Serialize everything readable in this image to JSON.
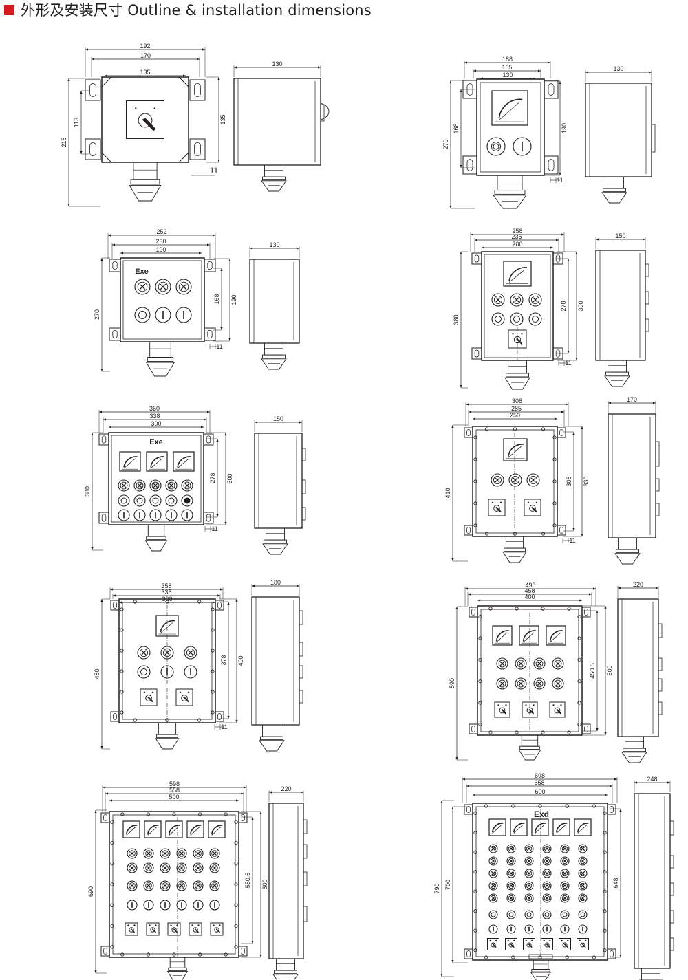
{
  "header": {
    "title": "外形及安装尺寸 Outline & installation dimensions",
    "marker_color": "#d71920"
  },
  "line_color": "#231f20",
  "drawings": [
    {
      "id": "d1",
      "labels": {
        "front_widths": [
          "192",
          "170",
          "135"
        ],
        "front_heights_left": [
          "215",
          "113"
        ],
        "front_heights_right": [
          "135"
        ],
        "side_depth": "130",
        "lug": "11"
      }
    },
    {
      "id": "d2",
      "labels": {
        "front_widths": [
          "188",
          "165",
          "130"
        ],
        "front_heights_left": [
          "270",
          "168"
        ],
        "front_heights_right": [
          "190"
        ],
        "side_depth": "130",
        "lug": "11"
      }
    },
    {
      "id": "d3",
      "labels": {
        "front_widths": [
          "252",
          "230",
          "190"
        ],
        "front_heights_left": [
          "270"
        ],
        "front_heights_right": [
          "168",
          "190"
        ],
        "side_depth": "130",
        "lug": "11",
        "marking": "Exe"
      }
    },
    {
      "id": "d4",
      "labels": {
        "front_widths": [
          "258",
          "235",
          "200"
        ],
        "front_heights_left": [
          "380"
        ],
        "front_heights_right": [
          "278",
          "300"
        ],
        "side_depth": "150",
        "lug": "11"
      }
    },
    {
      "id": "d5",
      "labels": {
        "front_widths": [
          "360",
          "338",
          "300"
        ],
        "front_heights_left": [
          "380"
        ],
        "front_heights_right": [
          "278",
          "300"
        ],
        "side_depth": "150",
        "lug": "11",
        "marking": "Exe"
      }
    },
    {
      "id": "d6",
      "labels": {
        "front_widths": [
          "308",
          "285",
          "250"
        ],
        "front_heights_left": [
          "410"
        ],
        "front_heights_right": [
          "308",
          "330"
        ],
        "side_depth": "170",
        "lug": "11"
      }
    },
    {
      "id": "d7",
      "labels": {
        "front_widths": [
          "358",
          "335",
          "300"
        ],
        "front_heights_left": [
          "480"
        ],
        "front_heights_right": [
          "378",
          "400"
        ],
        "side_depth": "180",
        "lug": "11"
      }
    },
    {
      "id": "d8",
      "labels": {
        "front_widths": [
          "498",
          "458",
          "400"
        ],
        "front_heights_left": [
          "590"
        ],
        "front_heights_right": [
          "450.5",
          "500"
        ],
        "side_depth": "220"
      }
    },
    {
      "id": "d9",
      "labels": {
        "front_widths": [
          "598",
          "558",
          "500"
        ],
        "front_heights_left": [
          "690"
        ],
        "front_heights_right": [
          "550.5",
          "600"
        ],
        "side_depth": "220"
      }
    },
    {
      "id": "d10",
      "labels": {
        "front_widths": [
          "698",
          "658",
          "600"
        ],
        "front_heights_left": [
          "790",
          "700"
        ],
        "front_heights_right": [
          "648"
        ],
        "side_depth": "248",
        "marking": "Exd"
      }
    }
  ]
}
